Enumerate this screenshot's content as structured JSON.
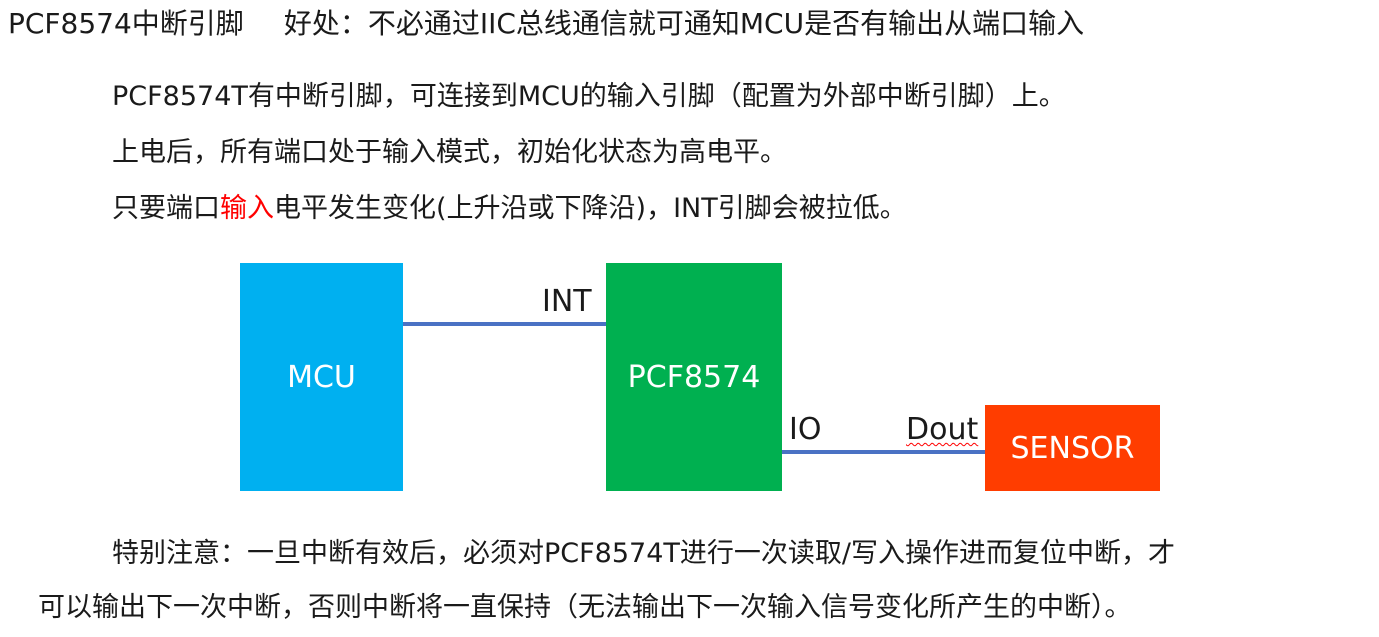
{
  "header": {
    "title": "PCF8574中断引脚",
    "benefit": "好处：不必通过IIC总线通信就可通知MCU是否有输出从端口输入"
  },
  "intro": {
    "line1": "PCF8574T有中断引脚，可连接到MCU的输入引脚（配置为外部中断引脚）上。",
    "line2": "上电后，所有端口处于输入模式，初始化状态为高电平。",
    "line3_prefix": "只要端口",
    "line3_highlight": "输入",
    "line3_suffix": "电平发生变化(上升沿或下降沿)，INT引脚会被拉低。",
    "highlight_color": "#ff0000"
  },
  "diagram": {
    "blocks": {
      "mcu": "MCU",
      "pcf": "PCF8574",
      "sensor": "SENSOR"
    },
    "wires": {
      "int_label": "INT",
      "io_label": "IO",
      "dout_label": "Dout"
    },
    "colors": {
      "mcu": "#00b0f0",
      "pcf": "#00b050",
      "sensor": "#ff3d00",
      "wire": "#4a72c4"
    }
  },
  "note": {
    "line1": "特别注意：一旦中断有效后，必须对PCF8574T进行一次读取/写入操作进而复位中断，才",
    "line2": "可以输出下一次中断，否则中断将一直保持（无法输出下一次输入信号变化所产生的中断）。"
  }
}
